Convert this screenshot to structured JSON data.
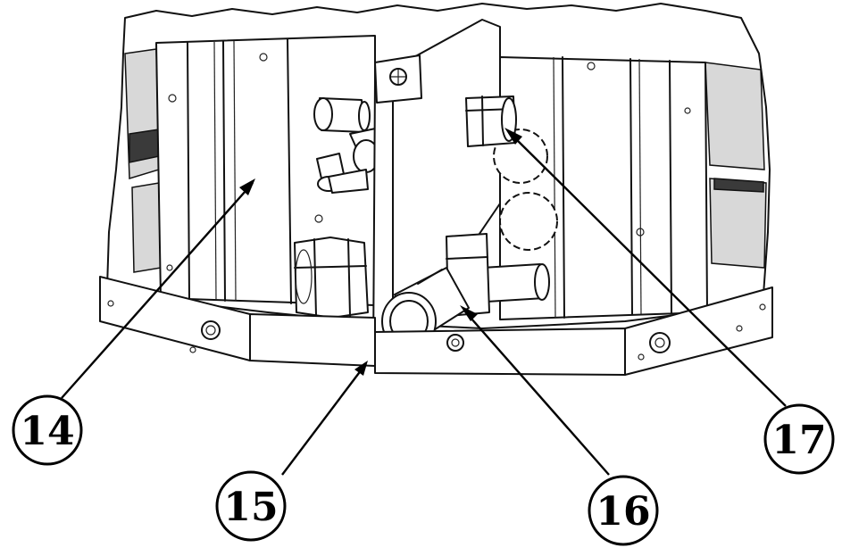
{
  "diagram": {
    "callouts": [
      {
        "id": "callout-14",
        "label": "14"
      },
      {
        "id": "callout-15",
        "label": "15"
      },
      {
        "id": "callout-16",
        "label": "16"
      },
      {
        "id": "callout-17",
        "label": "17"
      }
    ]
  },
  "colors": {
    "line": "#111111",
    "background": "#ffffff",
    "shade": "#d8d8d8"
  }
}
